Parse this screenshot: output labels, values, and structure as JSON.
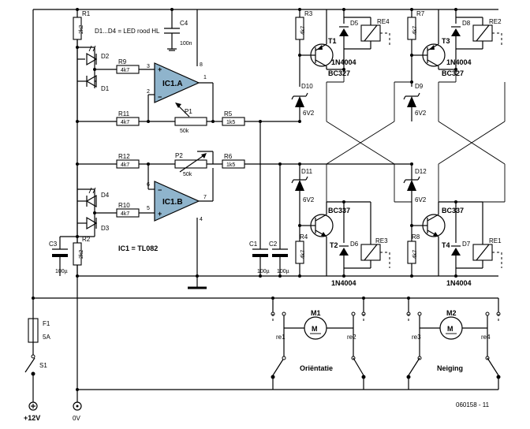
{
  "labels": {
    "r1": "R1",
    "r1_val": "2k2",
    "r2": "R2",
    "r2_val": "2k2",
    "r3": "R3",
    "r3_val": "4k7",
    "r4": "R4",
    "r4_val": "4k7",
    "r5": "R5",
    "r5_val": "1k5",
    "r6": "R6",
    "r6_val": "1k5",
    "r7": "R7",
    "r7_val": "4k7",
    "r8": "R8",
    "r8_val": "4k7",
    "r9": "R9",
    "r9_val": "4k7",
    "r10": "R10",
    "r10_val": "4k7",
    "r11": "R11",
    "r11_val": "4k7",
    "r12": "R12",
    "r12_val": "4k7",
    "p1": "P1",
    "p1_val": "50k",
    "p2": "P2",
    "p2_val": "50k",
    "c1": "C1",
    "c1_val": "100µ",
    "c2": "C2",
    "c2_val": "100µ",
    "c3": "C3",
    "c3_val": "100µ",
    "c4": "C4",
    "c4_val": "100n",
    "d1": "D1",
    "d2": "D2",
    "d3": "D3",
    "d4": "D4",
    "d5": "D5",
    "d6": "D6",
    "d7": "D7",
    "d8": "D8",
    "d9": "D9",
    "d10": "D10",
    "d11": "D11",
    "d12": "D12",
    "zener": "6V2",
    "t1": "T1",
    "t2": "T2",
    "t3": "T3",
    "t4": "T4",
    "bc327": "BC327",
    "bc337": "BC337",
    "n4004": "1N4004",
    "re1": "RE1",
    "re2": "RE2",
    "re3": "RE3",
    "re4": "RE4",
    "re1s": "re1",
    "re2s": "re2",
    "re3s": "re3",
    "re4s": "re4",
    "ic1a": "IC1.A",
    "ic1b": "IC1.B",
    "ic1_note": "IC1 = TL082",
    "led_note": "D1...D4 = LED rood HL",
    "m1": "M1",
    "m2": "M2",
    "m": "M",
    "orient": "Oriëntatie",
    "neiging": "Neiging",
    "f1": "F1",
    "f1_val": "5A",
    "s1": "S1",
    "plus12": "+12V",
    "zero": "0V",
    "code": "060158 - 11",
    "pin1": "1",
    "pin2": "2",
    "pin3": "3",
    "pin4": "4",
    "pin5": "5",
    "pin6": "6",
    "pin7": "7",
    "pin8": "8",
    "plus": "+",
    "minus": "−"
  }
}
